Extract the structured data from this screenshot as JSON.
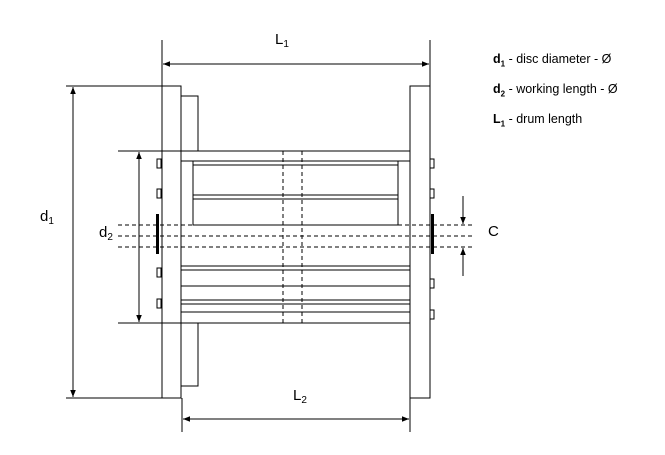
{
  "diagram": {
    "labels": {
      "d1": {
        "sym": "d",
        "sub": "1"
      },
      "d2": {
        "sym": "d",
        "sub": "2"
      },
      "L1": {
        "sym": "L",
        "sub": "1"
      },
      "L2": {
        "sym": "L",
        "sub": "2"
      },
      "C": "C"
    },
    "legend": [
      {
        "sym": "d",
        "sub": "1",
        "text": " - disc diameter - Ø"
      },
      {
        "sym": "d",
        "sub": "2",
        "text": " - working length - Ø"
      },
      {
        "sym": "L",
        "sub": "1",
        "text": " - drum length"
      }
    ]
  }
}
